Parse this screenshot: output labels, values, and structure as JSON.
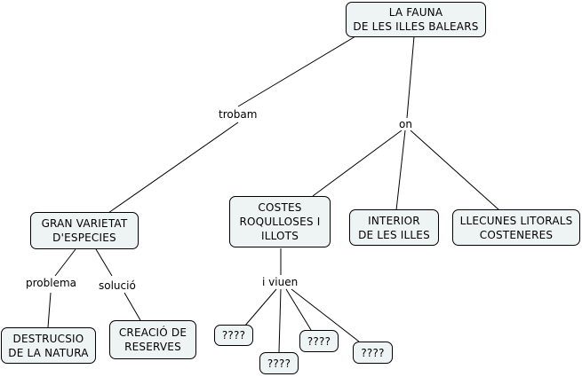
{
  "nodes": {
    "root": "LA FAUNA\nDE LES ILLES BALEARS",
    "variety": "GRAN  VARIETAT\nD'ESPECIES",
    "coasts": "COSTES\nROQULLOSES I\nILLOTS",
    "interior": "INTERIOR\nDE LES ILLES",
    "lagoons": "LLECUNES LITORALS\nCOSTENERES",
    "destruction": "DESTRUCSIO\nDE LA NATURA",
    "reserves": "CREACIÓ DE\nRESERVES",
    "unknown1": "????",
    "unknown2": "????",
    "unknown3": "????",
    "unknown4": "????"
  },
  "links": {
    "trobam": "trobam",
    "on": "on",
    "problema": "problema",
    "solucio": "solució",
    "viuen": "i viuen"
  },
  "colors": {
    "node_fill": "#eef3f3",
    "line": "#000000"
  }
}
